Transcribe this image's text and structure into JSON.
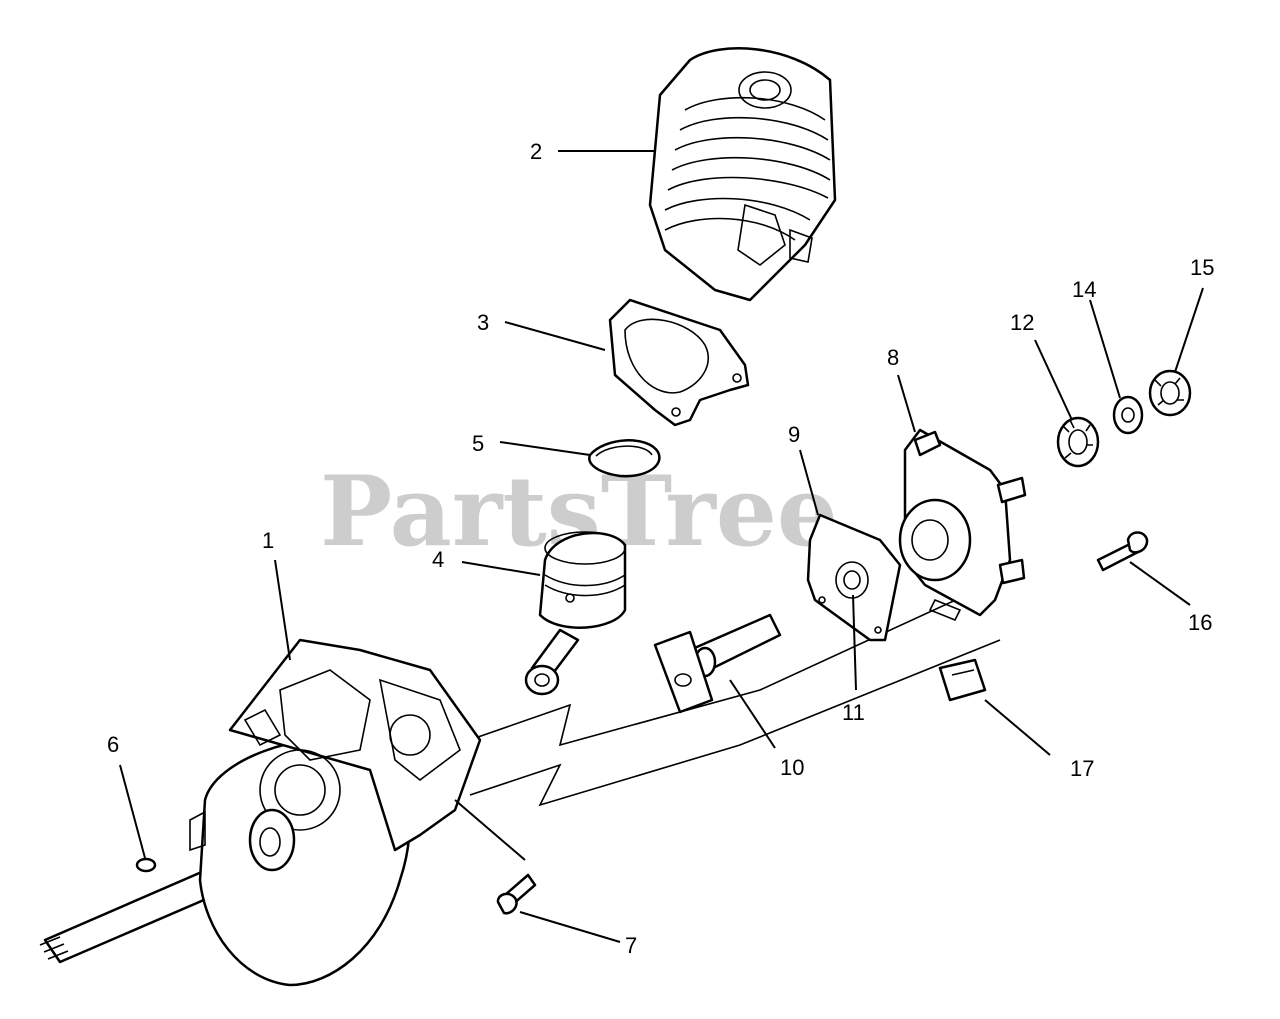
{
  "watermark": "PartsTree",
  "callouts": [
    "1",
    "2",
    "3",
    "4",
    "5",
    "6",
    "7",
    "8",
    "9",
    "10",
    "11",
    "12",
    "14",
    "15",
    "16",
    "17"
  ]
}
